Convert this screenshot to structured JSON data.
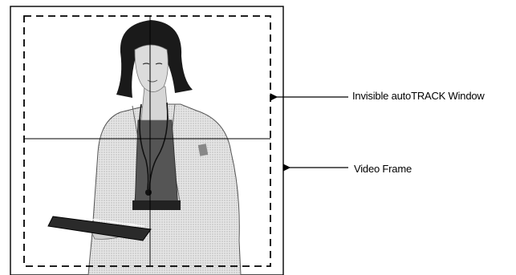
{
  "diagram": {
    "labels": {
      "tracking_window": "Invisible autoTRACK Window",
      "video_frame": "Video Frame"
    },
    "figure": {
      "subject": "woman-with-stethoscope-holding-tablet",
      "colors": {
        "line": "#000000",
        "paper": "#ffffff",
        "hair": "#1a1a1a",
        "skin": "#d9d9d9",
        "coat": "#e3e3e3",
        "shirt": "#555555",
        "tablet": "#2a2a2a"
      }
    }
  }
}
